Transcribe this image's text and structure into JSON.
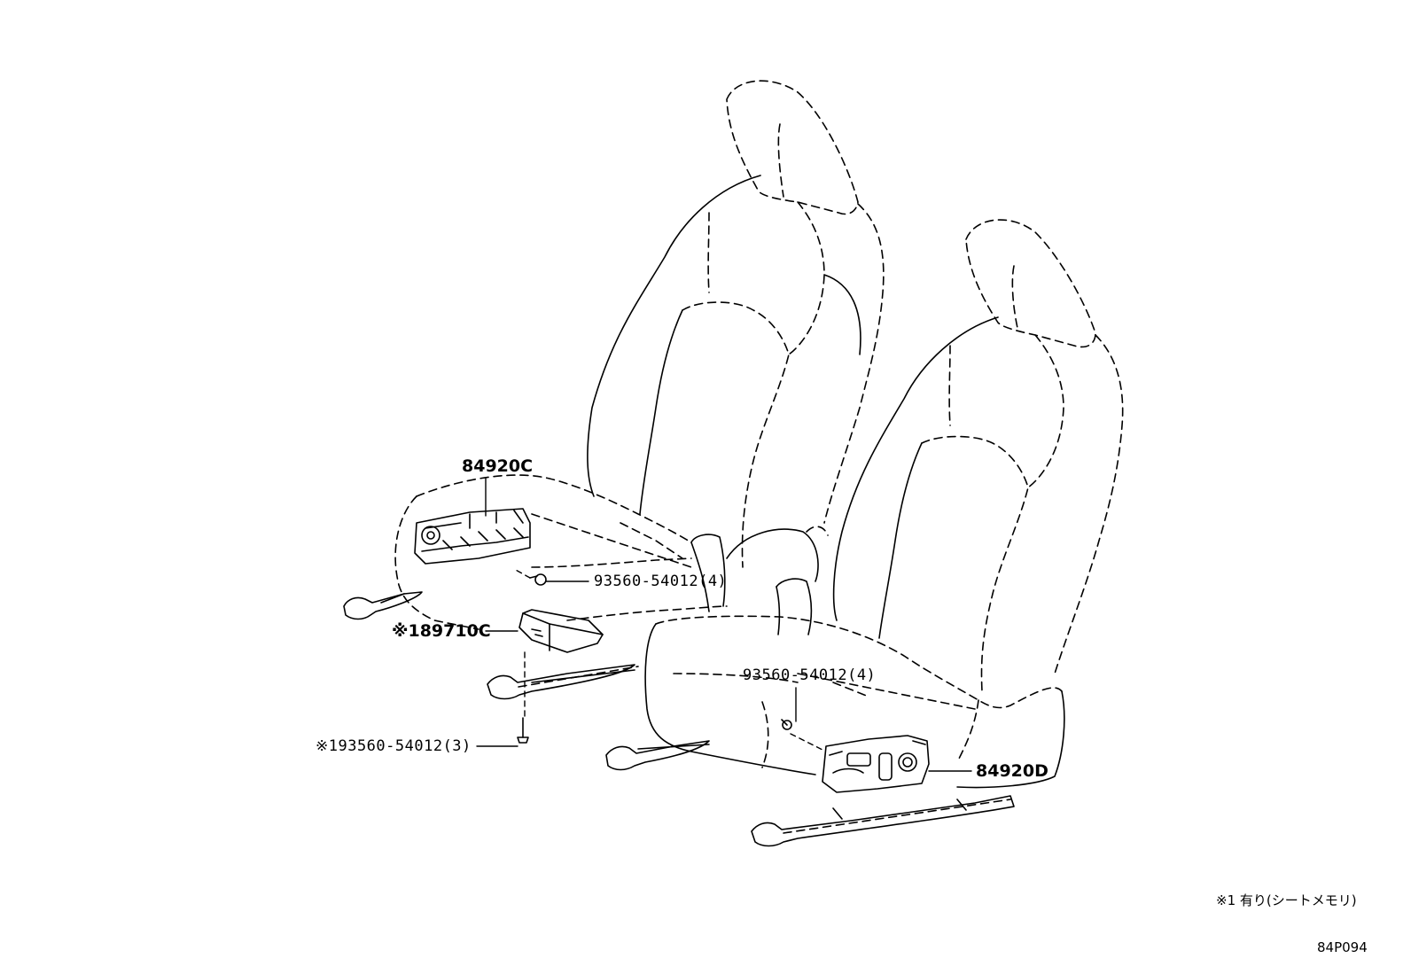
{
  "callouts": {
    "part_84920C": "84920C",
    "bolt_left": "93560-54012(4)",
    "part_89710C": "※189710C",
    "bolt_bottom": "※193560-54012(3)",
    "bolt_right": "93560-54012(4)",
    "part_84920D": "84920D"
  },
  "footnote": "※1  有り(シートメモリ)",
  "figure_code": "84P094",
  "colors": {
    "line": "#000000",
    "background": "#ffffff"
  }
}
